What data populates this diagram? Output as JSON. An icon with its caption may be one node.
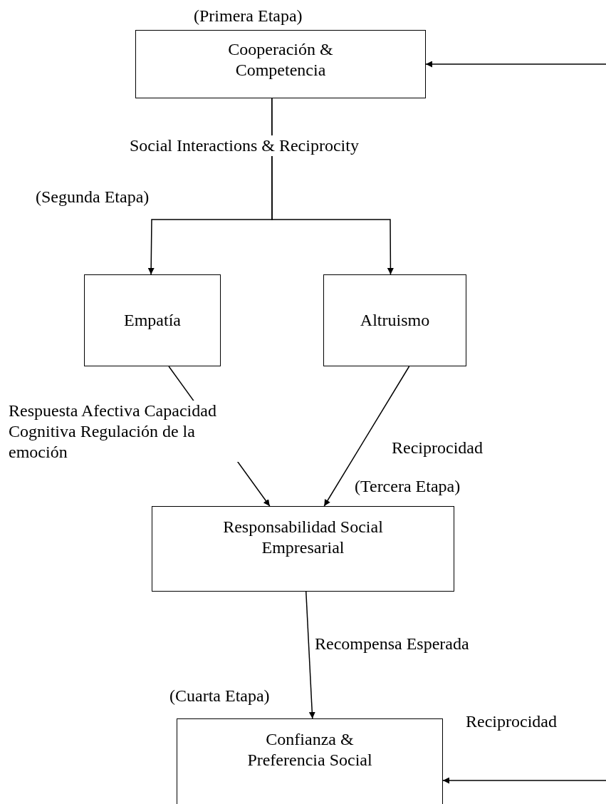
{
  "diagram": {
    "nodes": [
      {
        "text": [
          "Cooperación & Competencia"
        ],
        "beside": [
          "(Primera Etapa)"
        ]
      },
      {
        "text": [
          "Empatía"
        ],
        "beside": [
          "(Segunda Etapa)"
        ]
      },
      {
        "text": [
          "Altruismo"
        ]
      },
      {
        "text": [
          "Responsabilidad Social Empresarial"
        ],
        "beside": [
          "(Tercera Etapa)"
        ]
      },
      {
        "text": [
          "Confianza & Preferencia Social"
        ],
        "beside": [
          "(Cuarta Etapa)"
        ]
      }
    ],
    "edges": [
      {
        "from": null,
        "to": 0,
        "arrow": "to"
      },
      {
        "from": 0,
        "to": 1,
        "arrow": "to",
        "label": "Social Interactions & Reciprocity"
      },
      {
        "from": 0,
        "to": 2,
        "arrow": "to"
      },
      {
        "from": 1,
        "to": 3,
        "arrow": "to",
        "label": "Respuesta Afectiva Capacidad Cognitiva Regulación de la emoción"
      },
      {
        "from": 2,
        "to": 3,
        "arrow": "to",
        "label": "Reciprocidad"
      },
      {
        "from": 3,
        "to": 4,
        "arrow": "to",
        "label": "Recompensa Esperada"
      },
      {
        "from": null,
        "to": 4,
        "arrow": "to",
        "label": "Reciprocidad"
      }
    ]
  }
}
